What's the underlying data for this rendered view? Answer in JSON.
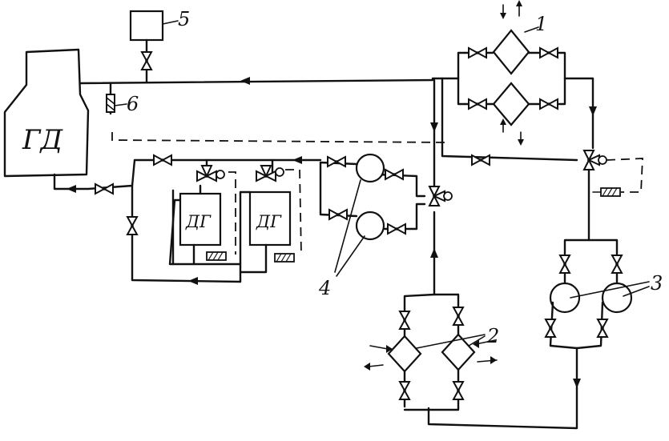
{
  "labels": {
    "engine": "ГД",
    "generator_1": "ДГ",
    "generator_2": "ДГ",
    "n1": "1",
    "n2": "2",
    "n3": "3",
    "n4": "4",
    "n5": "5",
    "n6": "6"
  }
}
